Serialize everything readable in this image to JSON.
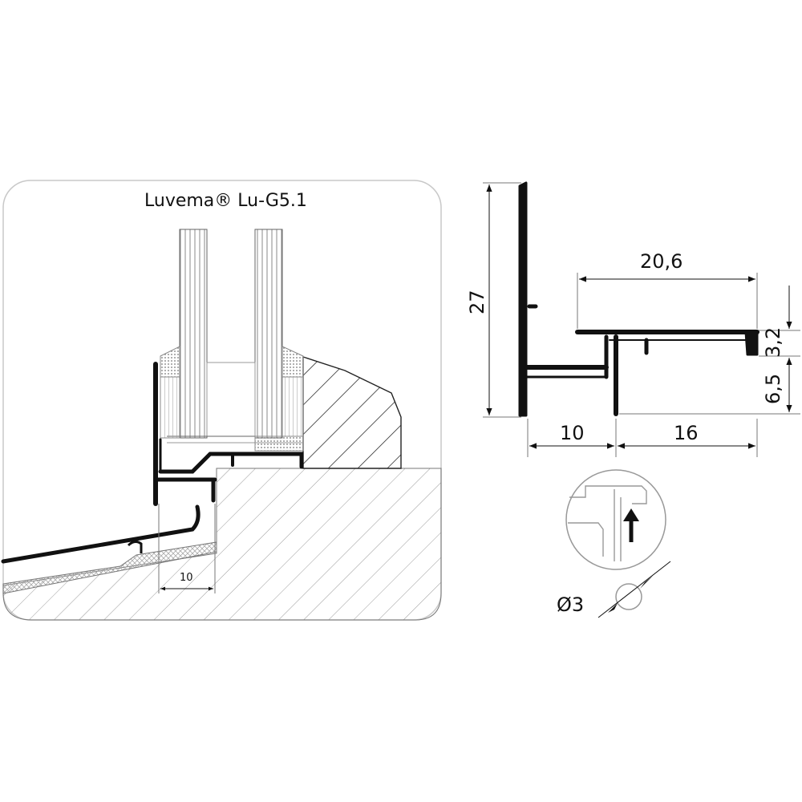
{
  "diagram": {
    "title": "Luvema® Lu-G5.1",
    "dimensions": {
      "installation_gap": "10",
      "height": "27",
      "top_width": "20,6",
      "lip_thickness": "3,2",
      "channel_depth": "6,5",
      "base_left": "10",
      "base_right": "16",
      "diameter": "Ø3"
    },
    "detail_icon": "up-arrow-icon"
  }
}
